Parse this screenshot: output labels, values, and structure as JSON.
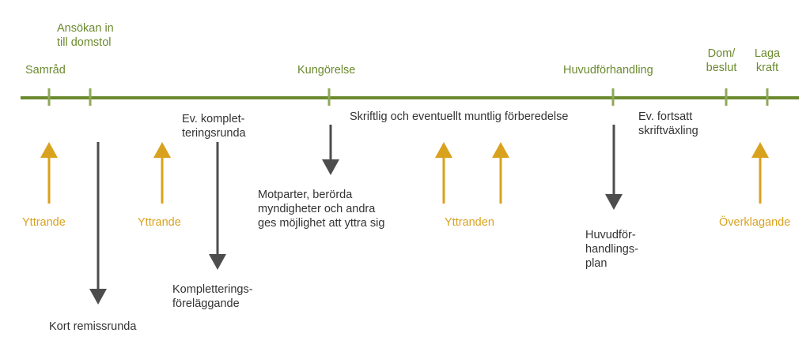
{
  "colors": {
    "timeline": "#6b8a2e",
    "milestone_text": "#6b8a2e",
    "response_arrow": "#d9a21e",
    "response_text": "#d9a21e",
    "action_arrow": "#4d4d4d",
    "action_text": "#333333"
  },
  "milestones": {
    "samrad": "Samråd",
    "ansokan": "Ansökan in\ntill domstol",
    "kungorelse": "Kungörelse",
    "huvudforhandling": "Huvudförhandling",
    "dom": "Dom/\nbeslut",
    "laga_kraft": "Laga\nkraft"
  },
  "phases": {
    "komplettering": "Ev. komplet-\nteringsrunda",
    "forberedelse": "Skriftlig och eventuellt muntlig förberedelse",
    "fortsatt": "Ev. fortsatt\nskriftväxling"
  },
  "responses": {
    "yttrande_1": "Yttrande",
    "yttrande_2": "Yttrande",
    "yttranden": "Yttranden",
    "overklagande": "Överklagande"
  },
  "actions": {
    "kort_remissrunda": "Kort remissrunda",
    "kompletteringsforelaggande": "Kompletterings-\nföreläggande",
    "motparter": "Motparter, berörda\nmyndigheter och andra\nges möjlighet att yttra sig",
    "huvudforhandlingsplan": "Huvudför-\nhandlings-\nplan"
  }
}
